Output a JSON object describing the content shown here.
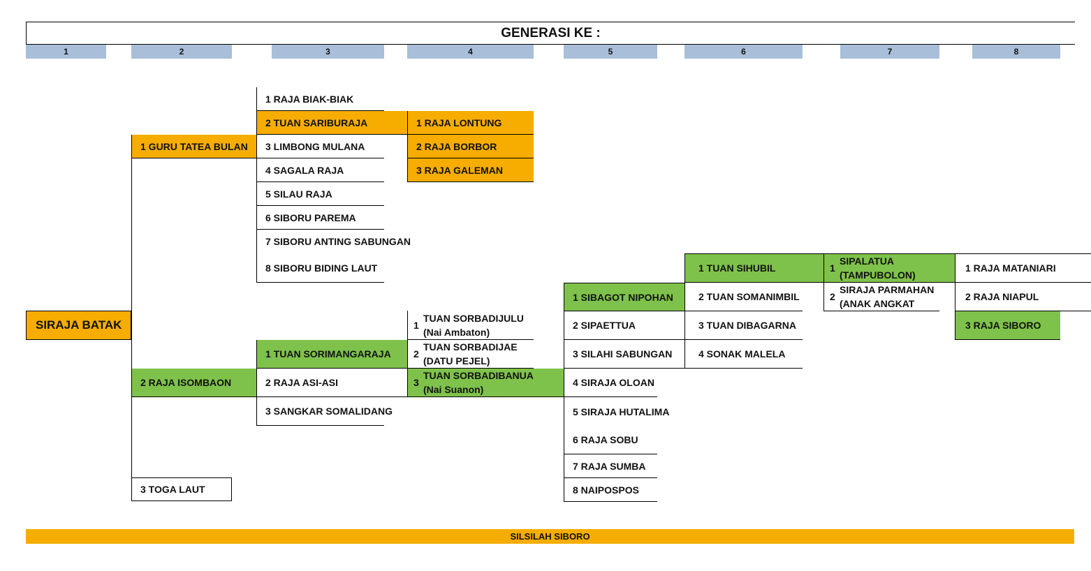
{
  "header": {
    "title": "GENERASI KE :"
  },
  "generations": [
    "1",
    "2",
    "3",
    "4",
    "5",
    "6",
    "7",
    "8"
  ],
  "root": "SIRAJA BATAK",
  "gen2": [
    "1 GURU TATEA BULAN",
    "2 RAJA ISOMBAON",
    "3 TOGA LAUT"
  ],
  "tatea_bulan_sons": [
    "1 RAJA BIAK-BIAK",
    "2 TUAN SARIBURAJA",
    "3 LIMBONG MULANA",
    "4 SAGALA RAJA",
    "5 SILAU RAJA",
    "6 SIBORU PAREMA",
    "7 SIBORU ANTING SABUNGAN",
    "8 SIBORU BIDING LAUT"
  ],
  "sariburaja_sons": [
    "1 RAJA LONTUNG",
    "2 RAJA BORBOR",
    "3 RAJA GALEMAN"
  ],
  "isombaon_sons": [
    "1 TUAN SORIMANGARAJA",
    "2 RAJA ASI-ASI",
    "3 SANGKAR SOMALIDANG"
  ],
  "sorimangaraja_sons": [
    {
      "num": "1",
      "line1": "TUAN SORBADIJULU",
      "line2": "(Nai Ambaton)"
    },
    {
      "num": "2",
      "line1": "TUAN SORBADIJAE",
      "line2": "(DATU PEJEL)"
    },
    {
      "num": "3",
      "line1": "TUAN SORBADIBANUA",
      "line2": "(Nai Suanon)"
    }
  ],
  "sorbadibanua_sons": [
    "1 SIBAGOT NIPOHAN",
    "2 SIPAETTUA",
    "3 SILAHI SABUNGAN",
    "4 SIRAJA OLOAN",
    "5 SIRAJA HUTALIMA",
    "6 RAJA SOBU",
    "7 RAJA SUMBA",
    "8 NAIPOSPOS"
  ],
  "sibagot_sons": [
    "1 TUAN SIHUBIL",
    "2 TUAN SOMANIMBIL",
    "3 TUAN DIBAGARNA",
    "4 SONAK MALELA"
  ],
  "sihubil_sons": [
    {
      "num": "1",
      "line1": "SIPALATUA",
      "line2": "(TAMPUBOLON)"
    },
    {
      "num": "2",
      "line1": "SIRAJA PARMAHAN",
      "line2": "(ANAK ANGKAT"
    }
  ],
  "sipalatua_sons": [
    "1 RAJA MATANIARI",
    "2 RAJA NIAPUL",
    "3 RAJA SIBORO"
  ],
  "footer": {
    "label": "SILSILAH SIBORO"
  },
  "colors": {
    "orange": "#f6ad00",
    "green": "#7fc24b",
    "header_blue": "#a9bed8"
  }
}
